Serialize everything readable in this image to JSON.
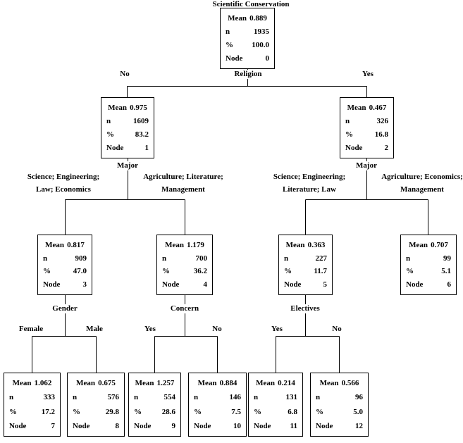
{
  "title": "Scientific Conservation",
  "row_labels": {
    "mean": "Mean",
    "n": "n",
    "pct": "%",
    "node": "Node"
  },
  "nodes": {
    "n0": {
      "mean": "0.889",
      "n": "1935",
      "pct": "100.0",
      "id": "0"
    },
    "n1": {
      "mean": "0.975",
      "n": "1609",
      "pct": "83.2",
      "id": "1"
    },
    "n2": {
      "mean": "0.467",
      "n": "326",
      "pct": "16.8",
      "id": "2"
    },
    "n3": {
      "mean": "0.817",
      "n": "909",
      "pct": "47.0",
      "id": "3"
    },
    "n4": {
      "mean": "1.179",
      "n": "700",
      "pct": "36.2",
      "id": "4"
    },
    "n5": {
      "mean": "0.363",
      "n": "227",
      "pct": "11.7",
      "id": "5"
    },
    "n6": {
      "mean": "0.707",
      "n": "99",
      "pct": "5.1",
      "id": "6"
    },
    "n7": {
      "mean": "1.062",
      "n": "333",
      "pct": "17.2",
      "id": "7"
    },
    "n8": {
      "mean": "0.675",
      "n": "576",
      "pct": "29.8",
      "id": "8"
    },
    "n9": {
      "mean": "1.257",
      "n": "554",
      "pct": "28.6",
      "id": "9"
    },
    "n10": {
      "mean": "0.884",
      "n": "146",
      "pct": "7.5",
      "id": "10"
    },
    "n11": {
      "mean": "0.214",
      "n": "131",
      "pct": "6.8",
      "id": "11"
    },
    "n12": {
      "mean": "0.566",
      "n": "96",
      "pct": "5.0",
      "id": "12"
    }
  },
  "splits": {
    "religion": {
      "variable": "Religion",
      "left": "No",
      "right": "Yes"
    },
    "major1": {
      "variable": "Major",
      "left1": "Science; Engineering;",
      "left2": "Law; Economics",
      "right1": "Agriculture; Literature;",
      "right2": "Management"
    },
    "major2": {
      "variable": "Major",
      "left1": "Science; Engineering;",
      "left2": "Literature; Law",
      "right1": "Agriculture; Economics;",
      "right2": "Management"
    },
    "gender": {
      "variable": "Gender",
      "left": "Female",
      "right": "Male"
    },
    "concern": {
      "variable": "Concern",
      "left": "Yes",
      "right": "No"
    },
    "electives": {
      "variable": "Electives",
      "left": "Yes",
      "right": "No"
    }
  }
}
